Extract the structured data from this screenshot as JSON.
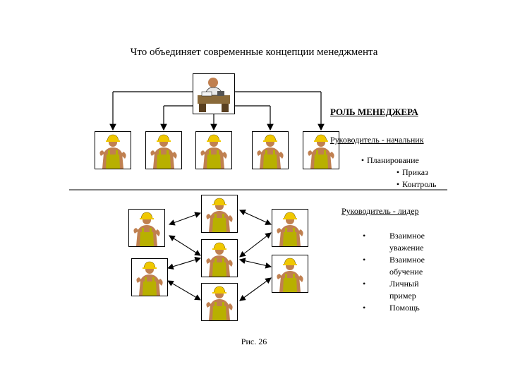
{
  "title": "Что объединяет современные концепции менеджмента",
  "role_heading": "РОЛЬ МЕНЕДЖЕРА",
  "section_boss": {
    "heading": "Руководитель - начальник",
    "items": [
      "Планирование",
      "Приказ",
      "Контроль"
    ]
  },
  "section_leader": {
    "heading": "Руководитель - лидер",
    "items": [
      "Взаимное уважение",
      "Взаимное обучение",
      "Личный пример",
      "Помощь"
    ]
  },
  "caption": "Рис. 26",
  "icons": {
    "manager": "manager-at-desk-icon",
    "worker": "worker-hardhat-icon"
  },
  "colors": {
    "line": "#000000",
    "helmet": "#f0c800",
    "overalls": "#b8b000",
    "skin": "#c08050"
  }
}
